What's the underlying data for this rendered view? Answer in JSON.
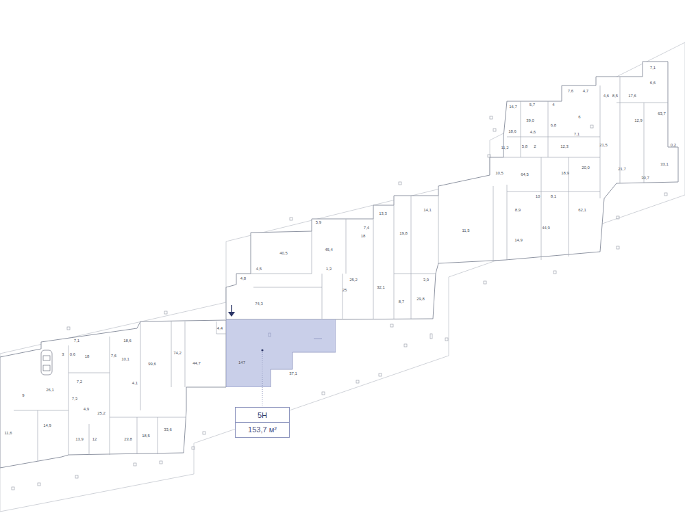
{
  "diagram": {
    "nodes": [
      {
        "text": [
          "147"
        ]
      },
      {
        "text": [
          "5Н",
          "153,7 м²"
        ]
      }
    ],
    "edges": [
      {
        "from": 0,
        "to": 1,
        "arrow": "none"
      }
    ],
    "labels": [
      "7,1",
      "6,6",
      "7,6",
      "4,7",
      "4,6",
      "8,5",
      "17,6",
      "16,7",
      "5,7",
      "4",
      "63,7",
      "39,0",
      "6",
      "18,6",
      "4,6",
      "6,8",
      "12,9",
      "7,1",
      "5,8",
      "2",
      "12,3",
      "0,2",
      "11,2",
      "21,5",
      "10,5",
      "64,5",
      "18,9",
      "20,0",
      "21,7",
      "30,7",
      "33,1",
      "8,9",
      "10",
      "8,1",
      "44,9",
      "62,1",
      "14,9",
      "5,9",
      "13,3",
      "14,1",
      "7,4",
      "18",
      "19,8",
      "11,5",
      "40,5",
      "45,4",
      "4,5",
      "1,3",
      "25,2",
      "4,8",
      "3,9",
      "74,3",
      "25",
      "32,1",
      "8,7",
      "29,8",
      "4,4",
      "4,7",
      "37,1",
      "44,7",
      "74,2",
      "99,6",
      "7,1",
      "18,6",
      "3",
      "0,6",
      "18",
      "7,6",
      "10,1",
      "7,2",
      "26,1",
      "4,1",
      "7,3",
      "9",
      "25,2",
      "4,9",
      "14,9",
      "11,6",
      "13,9",
      "12",
      "23,8",
      "18,5",
      "33,6"
    ]
  }
}
